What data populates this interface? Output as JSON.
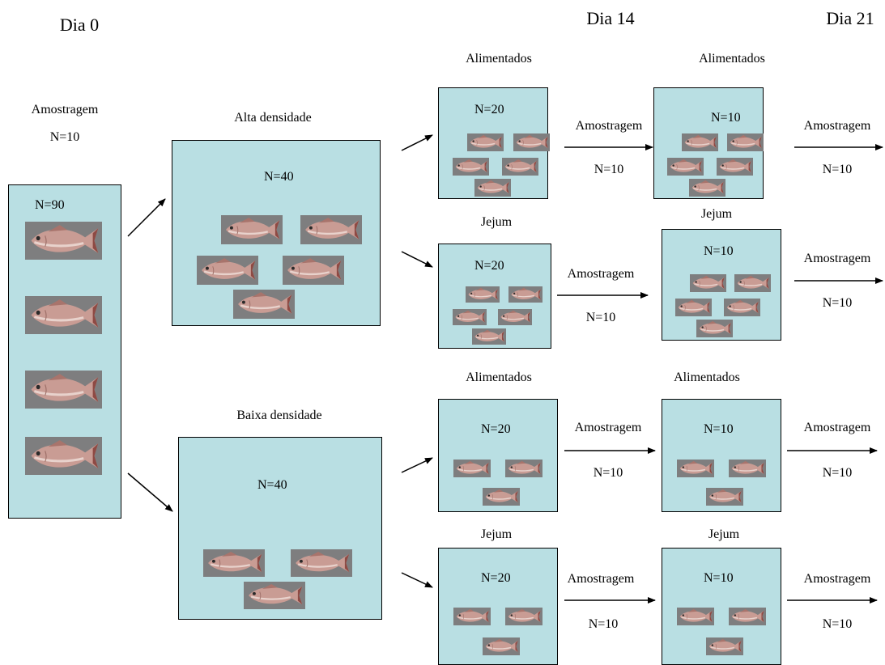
{
  "days": {
    "d0": "Dia 0",
    "d14": "Dia 14",
    "d21": "Dia 21"
  },
  "start": {
    "sample_title": "Amostragem",
    "sample_n": "N=10",
    "tank_n": "N=90"
  },
  "density": {
    "high": "Alta densidade",
    "low": "Baixa densidade",
    "n": "N=40"
  },
  "groups": {
    "fed": "Alimentados",
    "fasting": "Jejum"
  },
  "counts": {
    "n20": "N=20",
    "n10": "N=10"
  },
  "sampling": {
    "label": "Amostragem",
    "n": "N=10"
  },
  "colors": {
    "tank": "#b9dfe3",
    "fish_body": "#c99c94",
    "fish_bg": "#6f6f70"
  },
  "icons": {
    "fish": "fish-icon",
    "arrow": "arrow-icon"
  }
}
